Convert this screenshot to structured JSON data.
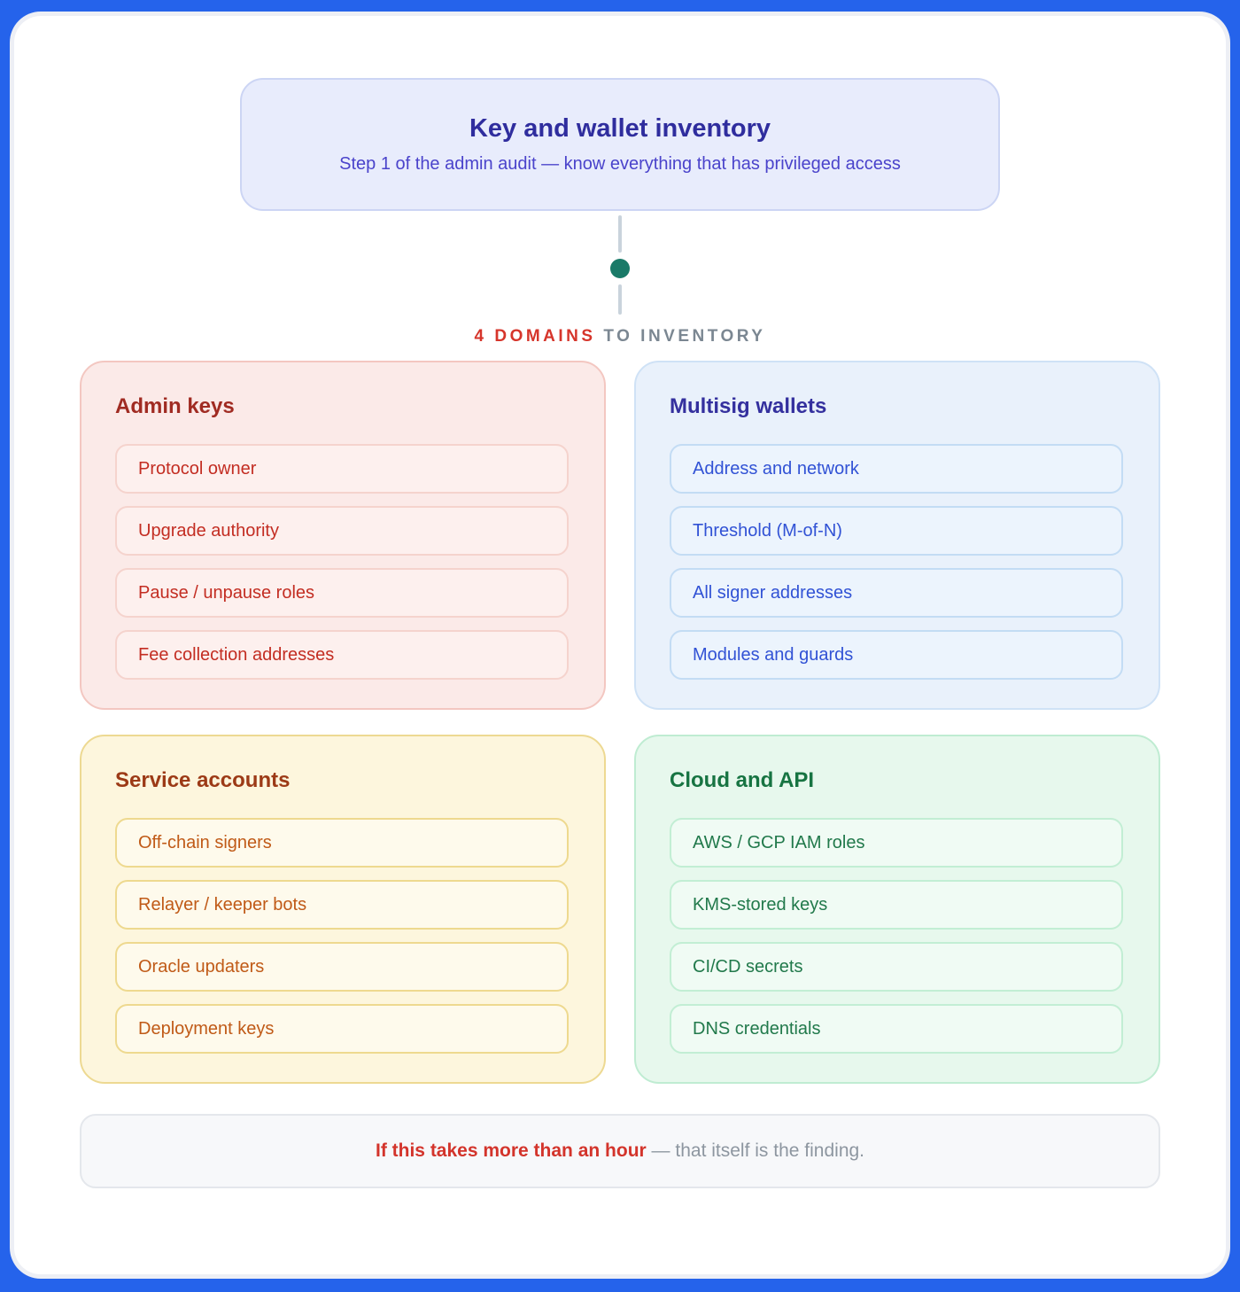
{
  "header": {
    "title": "Key and wallet inventory",
    "subtitle": "Step 1 of the admin audit — know everything that has privileged access"
  },
  "connector": {
    "label_accent": "4 DOMAINS",
    "label_rest": " TO INVENTORY"
  },
  "cards": [
    {
      "id": "admin-keys",
      "title": "Admin keys",
      "items": [
        "Protocol owner",
        "Upgrade authority",
        "Pause / unpause roles",
        "Fee collection addresses"
      ]
    },
    {
      "id": "multisig-wallets",
      "title": "Multisig wallets",
      "items": [
        "Address and network",
        "Threshold (M-of-N)",
        "All signer addresses",
        "Modules and guards"
      ]
    },
    {
      "id": "service-accounts",
      "title": "Service accounts",
      "items": [
        "Off-chain signers",
        "Relayer / keeper bots",
        "Oracle updaters",
        "Deployment keys"
      ]
    },
    {
      "id": "cloud-and-api",
      "title": "Cloud and API",
      "items": [
        "AWS / GCP IAM roles",
        "KMS-stored keys",
        "CI/CD secrets",
        "DNS credentials"
      ]
    }
  ],
  "footer": {
    "highlight": "If this takes more than an hour",
    "rest": " — that itself is the finding."
  },
  "palette": {
    "page_background": "#2563eb",
    "surface": "#ffffff",
    "header_box_bg": "#e8ecfc",
    "header_title": "#2f2d9e",
    "header_subtitle": "#4a43cb",
    "connector_line": "#c9d3dc",
    "connector_dot": "#1a7a68",
    "domains_accent": "#d6352b",
    "domains_rest": "#7b8792",
    "admin_accent": "#c32d22",
    "multisig_accent": "#3152d5",
    "service_accent": "#c05a17",
    "cloud_accent": "#21794b",
    "footer_accent": "#d3342b"
  }
}
